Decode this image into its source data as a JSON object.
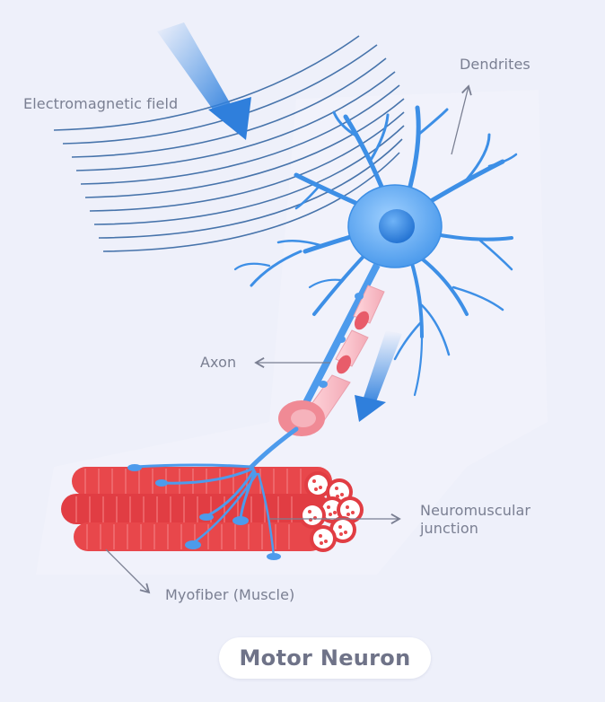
{
  "labels": {
    "electromagnetic_field": "Electromagnetic field",
    "dendrites": "Dendrites",
    "axon": "Axon",
    "neuromuscular_junction_line1": "Neuromuscular",
    "neuromuscular_junction_line2": "junction",
    "myofiber": "Myofiber (Muscle)"
  },
  "title": "Motor Neuron",
  "colors": {
    "background": "#eef0fa",
    "neuron": "#3d8fe6",
    "neuron_light": "#7ab8f5",
    "axon_sheath": "#f7c8cf",
    "muscle": "#e8474b",
    "field_lines": "#2b5f9e",
    "arrow_gray": "#7a7f92",
    "label_text": "#7a7f92"
  }
}
